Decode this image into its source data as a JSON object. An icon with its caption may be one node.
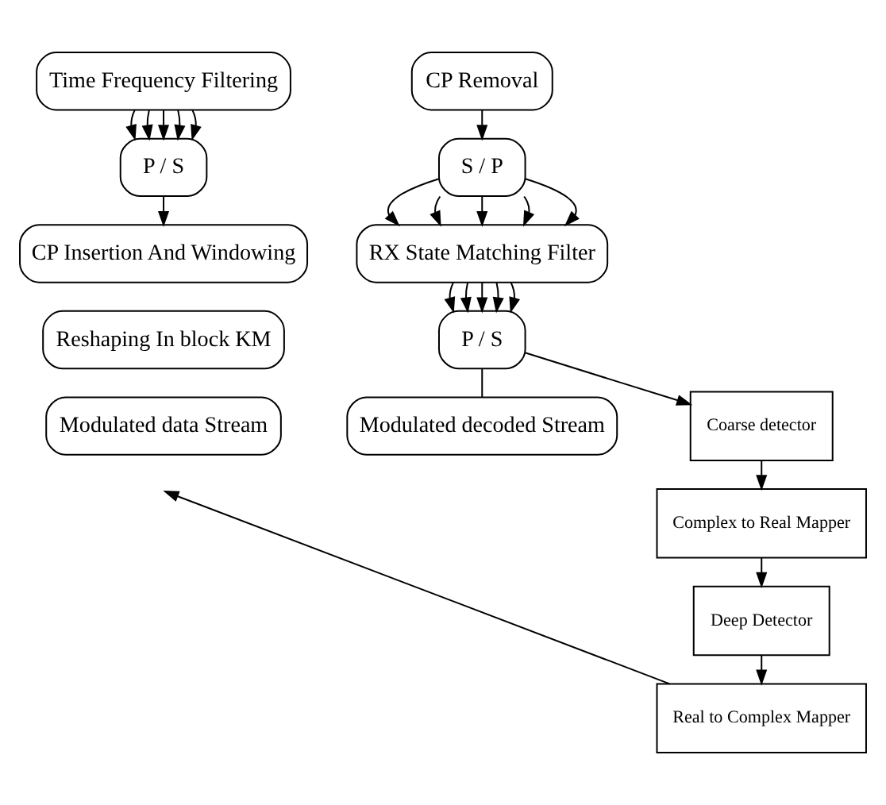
{
  "diagram": {
    "nodes": [
      {
        "text": [
          "Modulated data Stream"
        ]
      },
      {
        "text": [
          "Reshaping In block KM"
        ]
      },
      {
        "text": [
          "Time Frequency Filtering"
        ]
      },
      {
        "text": [
          "P / S"
        ]
      },
      {
        "text": [
          "CP Insertion And Windowing"
        ]
      },
      {
        "text": [
          "Modulated decoded Stream"
        ]
      },
      {
        "text": [
          "P / S"
        ]
      },
      {
        "text": [
          "RX State Matching Filter"
        ]
      },
      {
        "text": [
          "S / P"
        ]
      },
      {
        "text": [
          "CP Removal"
        ]
      },
      {
        "text": [
          "Coarse detector"
        ]
      },
      {
        "text": [
          "Complex to Real Mapper"
        ]
      },
      {
        "text": [
          "Deep Detector"
        ]
      },
      {
        "text": [
          "Real to Complex Mapper"
        ]
      }
    ],
    "edges": [
      {
        "from": 2,
        "to": 3,
        "arrow": "to"
      },
      {
        "from": 2,
        "to": 3,
        "arrow": "to"
      },
      {
        "from": 2,
        "to": 3,
        "arrow": "to"
      },
      {
        "from": 2,
        "to": 3,
        "arrow": "to"
      },
      {
        "from": 2,
        "to": 3,
        "arrow": "to"
      },
      {
        "from": 3,
        "to": 4,
        "arrow": "to"
      },
      {
        "from": 9,
        "to": 8,
        "arrow": "to"
      },
      {
        "from": 8,
        "to": 7,
        "arrow": "to"
      },
      {
        "from": 8,
        "to": 7,
        "arrow": "to"
      },
      {
        "from": 8,
        "to": 7,
        "arrow": "to"
      },
      {
        "from": 8,
        "to": 7,
        "arrow": "to"
      },
      {
        "from": 8,
        "to": 7,
        "arrow": "to"
      },
      {
        "from": 7,
        "to": 6,
        "arrow": "to"
      },
      {
        "from": 7,
        "to": 6,
        "arrow": "to"
      },
      {
        "from": 7,
        "to": 6,
        "arrow": "to"
      },
      {
        "from": 7,
        "to": 6,
        "arrow": "to"
      },
      {
        "from": 7,
        "to": 6,
        "arrow": "to"
      },
      {
        "from": 6,
        "to": 5,
        "arrow": "none"
      },
      {
        "from": 6,
        "to": 10,
        "arrow": "to"
      },
      {
        "from": 10,
        "to": 11,
        "arrow": "to"
      },
      {
        "from": 11,
        "to": 12,
        "arrow": "to"
      },
      {
        "from": 12,
        "to": 13,
        "arrow": "to"
      },
      {
        "from": 13,
        "to": null,
        "arrow": "to"
      }
    ]
  }
}
